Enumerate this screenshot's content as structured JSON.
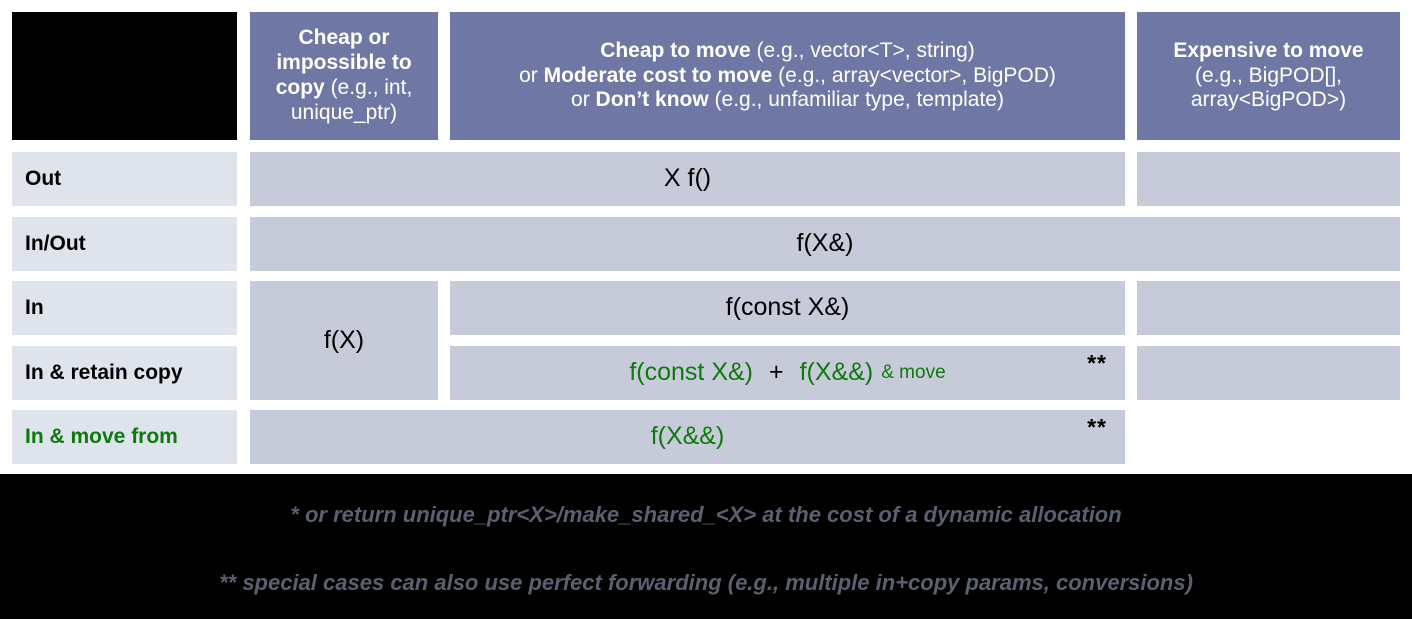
{
  "diagram": {
    "title": "C++ parameter passing / return guidelines cheat-sheet",
    "type": "decision-table",
    "colors": {
      "header_fill": "#6f78a4",
      "header_text": "#ffffff",
      "row_label_fill": "#dfe3ec",
      "body_cell_fill": "#c7cbd9",
      "accent_green": "#0c7a0c",
      "footnote_band": "#000000",
      "footnote_text": "#5b6070",
      "corner_block": "#000000"
    }
  },
  "columns": [
    {
      "id": "corner",
      "label": ""
    },
    {
      "id": "cheap-or-impossible-to-copy",
      "lines": [
        {
          "bold": "Cheap or",
          "rest": ""
        },
        {
          "bold": "impossible to",
          "rest": ""
        },
        {
          "bold": "copy",
          "rest": " (e.g., int,"
        },
        {
          "bold": "",
          "rest": "unique_ptr)"
        }
      ],
      "plain": "Cheap or impossible to copy (e.g., int, unique_ptr)"
    },
    {
      "id": "cheap-to-move",
      "lines": [
        {
          "bold": "Cheap to move",
          "rest": " (e.g., vector<T>, string)"
        },
        {
          "bold": "Moderate cost to move",
          "rest": " (e.g., array<vector>, BigPOD)",
          "prefix": "or "
        },
        {
          "bold": "Don’t know",
          "rest": " (e.g., unfamiliar type, template)",
          "prefix": "or "
        }
      ],
      "plain": "Cheap to move (e.g., vector<T>, string) or Moderate cost to move (e.g., array<vector>, BigPOD) or Don’t know (e.g., unfamiliar type, template)"
    },
    {
      "id": "expensive-to-move",
      "lines": [
        {
          "bold": "Expensive to move",
          "rest": ""
        },
        {
          "bold": "",
          "rest": "(e.g., BigPOD[],"
        },
        {
          "bold": "",
          "rest": "array<BigPOD>)"
        }
      ],
      "plain": "Expensive to move (e.g., BigPOD[], array<BigPOD>)"
    }
  ],
  "rows": [
    {
      "id": "out",
      "label": "Out",
      "green": false
    },
    {
      "id": "in-out",
      "label": "In/Out",
      "green": false
    },
    {
      "id": "in",
      "label": "In",
      "green": false
    },
    {
      "id": "in-retain-copy",
      "label": "In & retain copy",
      "green": false
    },
    {
      "id": "in-move-from",
      "label": "In & move from",
      "green": true
    }
  ],
  "cells": {
    "out_middle": {
      "text": "X f()",
      "green": false,
      "star": ""
    },
    "inout_span": {
      "text": "f(X&)",
      "green": false,
      "star": ""
    },
    "in_cheapcopy": {
      "text": "f(X)",
      "green": false,
      "star": ""
    },
    "in_middle": {
      "text": "f(const X&)",
      "green": false,
      "star": ""
    },
    "retain_copy_parts": {
      "part1": "f(const X&)",
      "plus": "+",
      "part2": "f(X&&)",
      "part3": "& move",
      "star": "**"
    },
    "move_from_middle": {
      "text": "f(X&&)",
      "green": true,
      "star": "**"
    }
  },
  "footnotes": [
    "* or return unique_ptr<X>/make_shared_<X> at the cost of a dynamic allocation",
    "** special cases can also use perfect forwarding (e.g., multiple in+copy params, conversions)"
  ]
}
